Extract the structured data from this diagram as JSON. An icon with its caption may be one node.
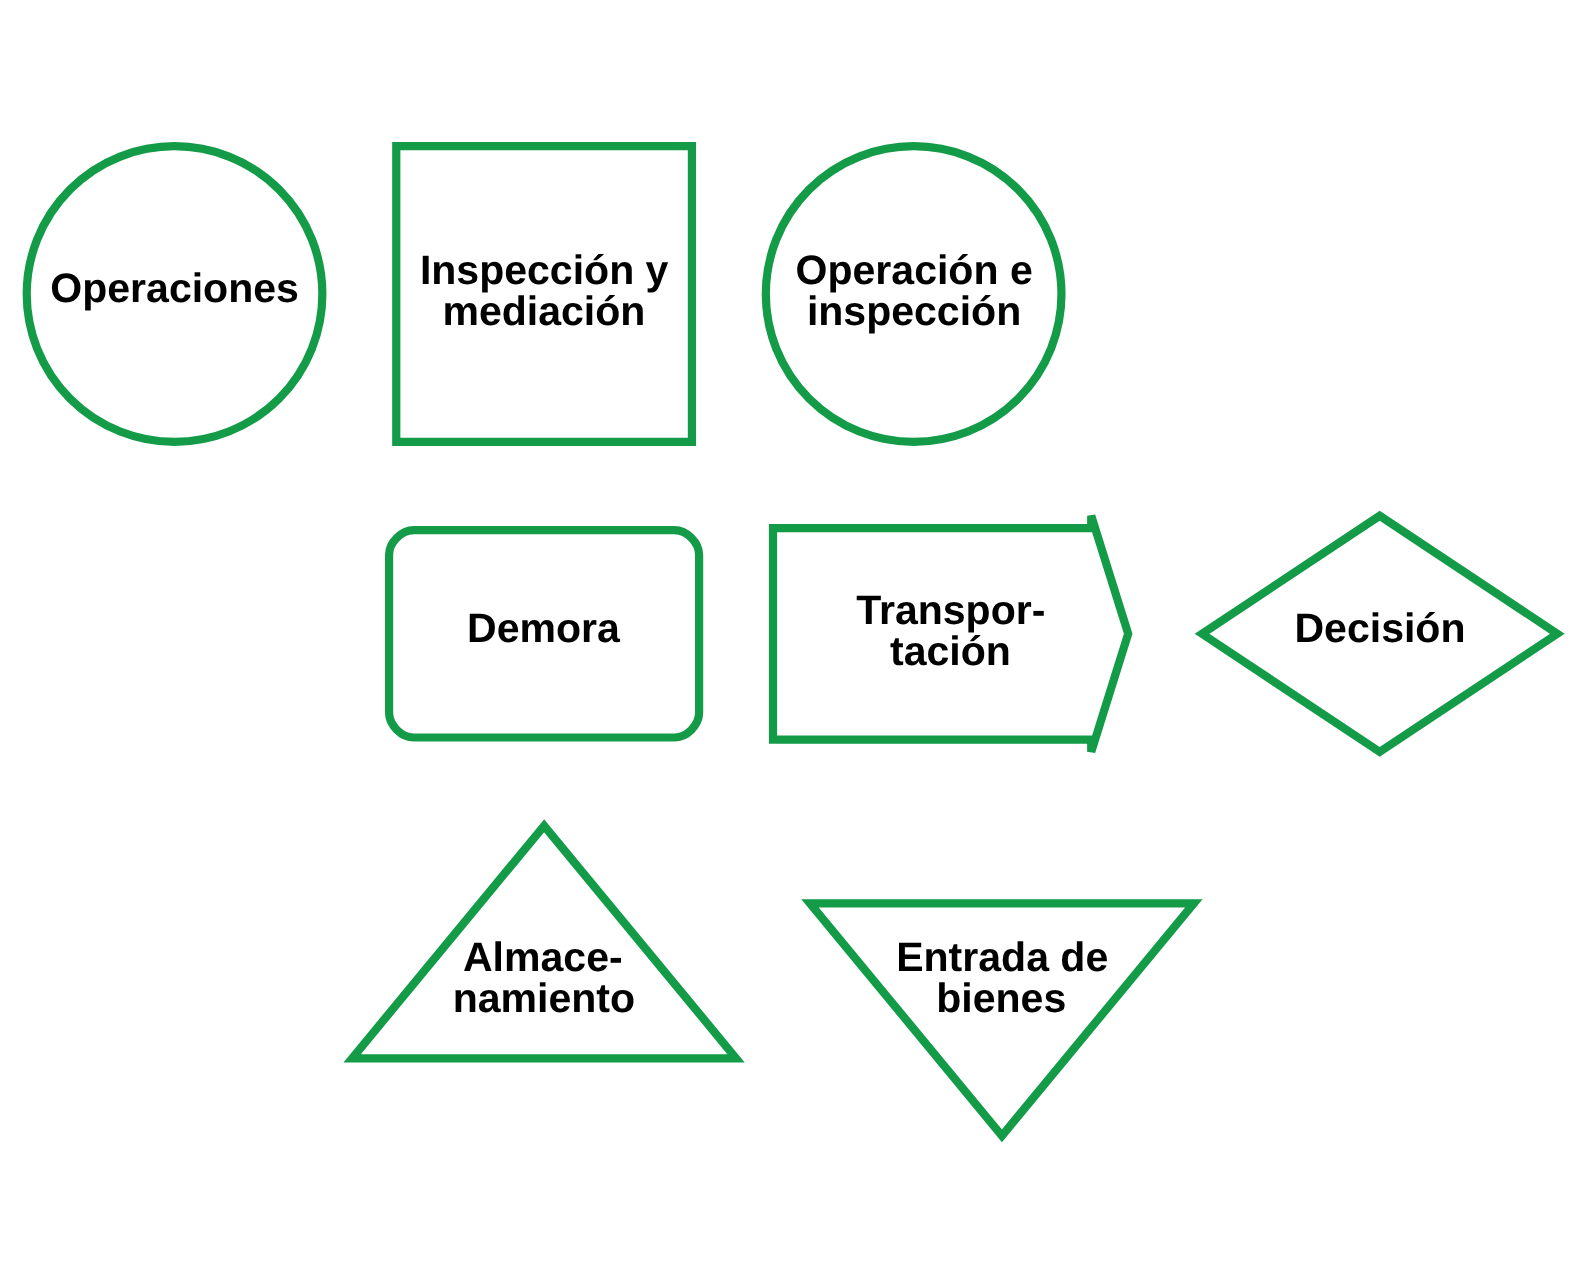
{
  "diagram": {
    "nodes": [
      {
        "text": [
          "Operaciones"
        ]
      },
      {
        "text": [
          "Inspección y mediación"
        ]
      },
      {
        "text": [
          "Operación e inspección"
        ]
      },
      {
        "text": [
          "Decisión"
        ]
      },
      {
        "text": [
          "Demora"
        ]
      },
      {
        "text": [
          "Transpor- tación"
        ]
      },
      {
        "text": [
          "Entrada de bienes"
        ]
      },
      {
        "text": [
          "Almace- namiento"
        ]
      }
    ],
    "edges": []
  }
}
